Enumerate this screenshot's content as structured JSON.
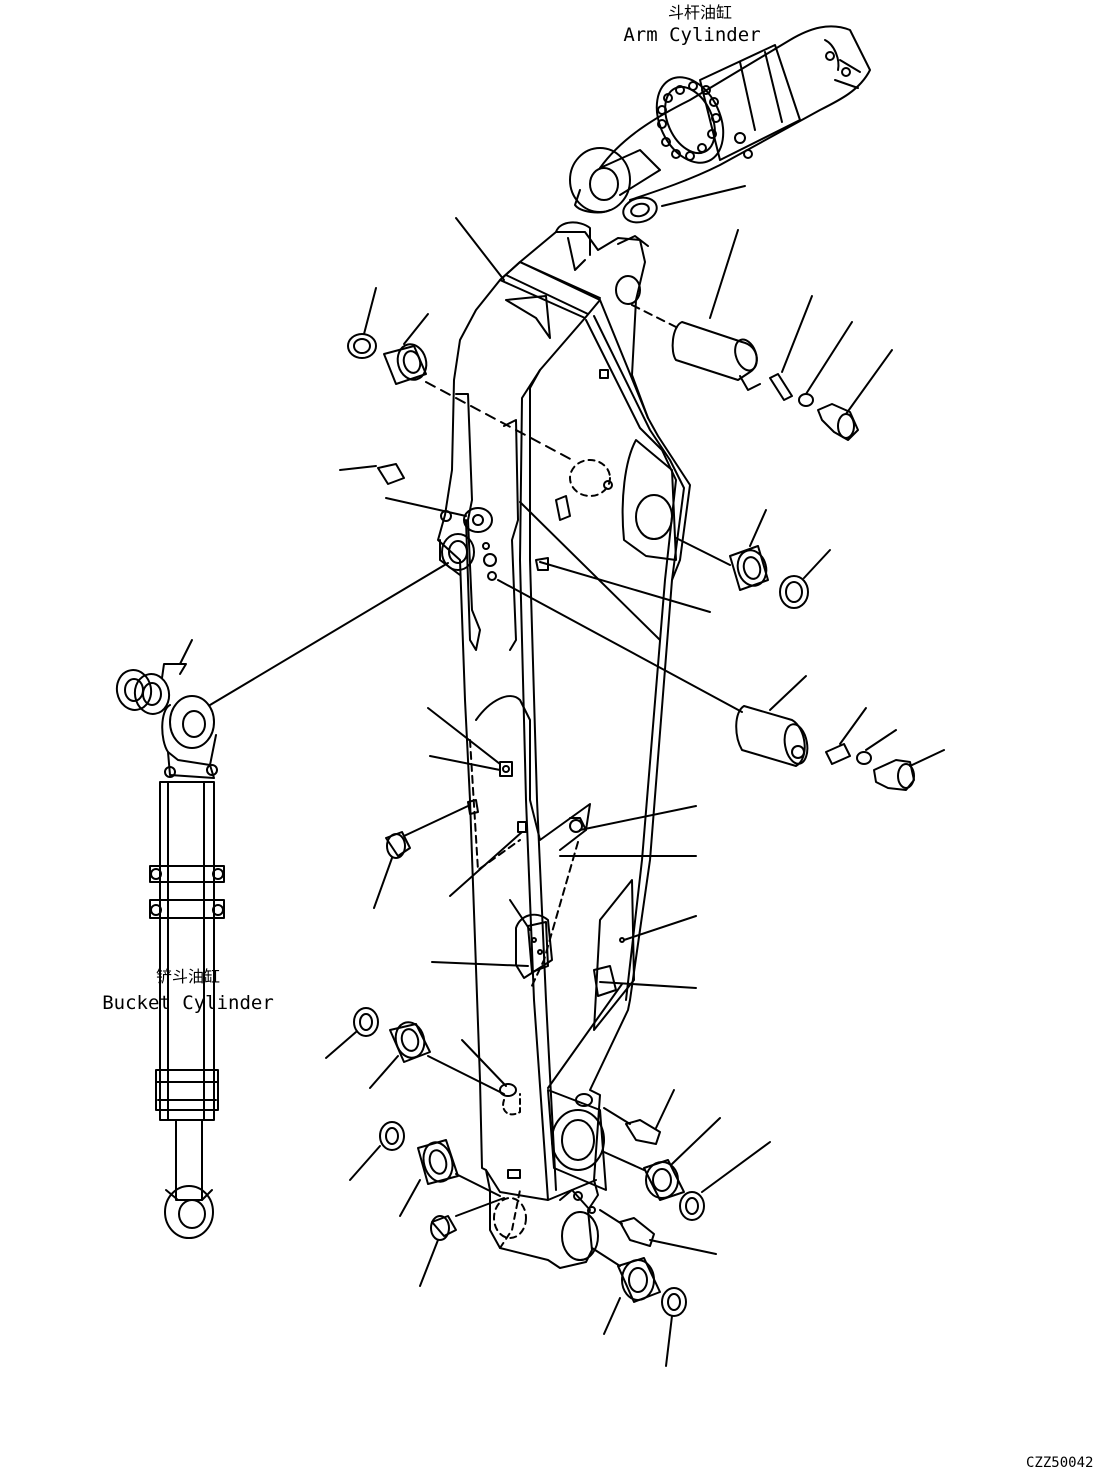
{
  "labels": {
    "arm_cylinder_cn": "斗杆油缸",
    "arm_cylinder_en": "Arm Cylinder",
    "bucket_cylinder_cn": "铲斗油缸",
    "bucket_cylinder_en": "Bucket Cylinder",
    "drawing_code": "CZZ50042"
  }
}
